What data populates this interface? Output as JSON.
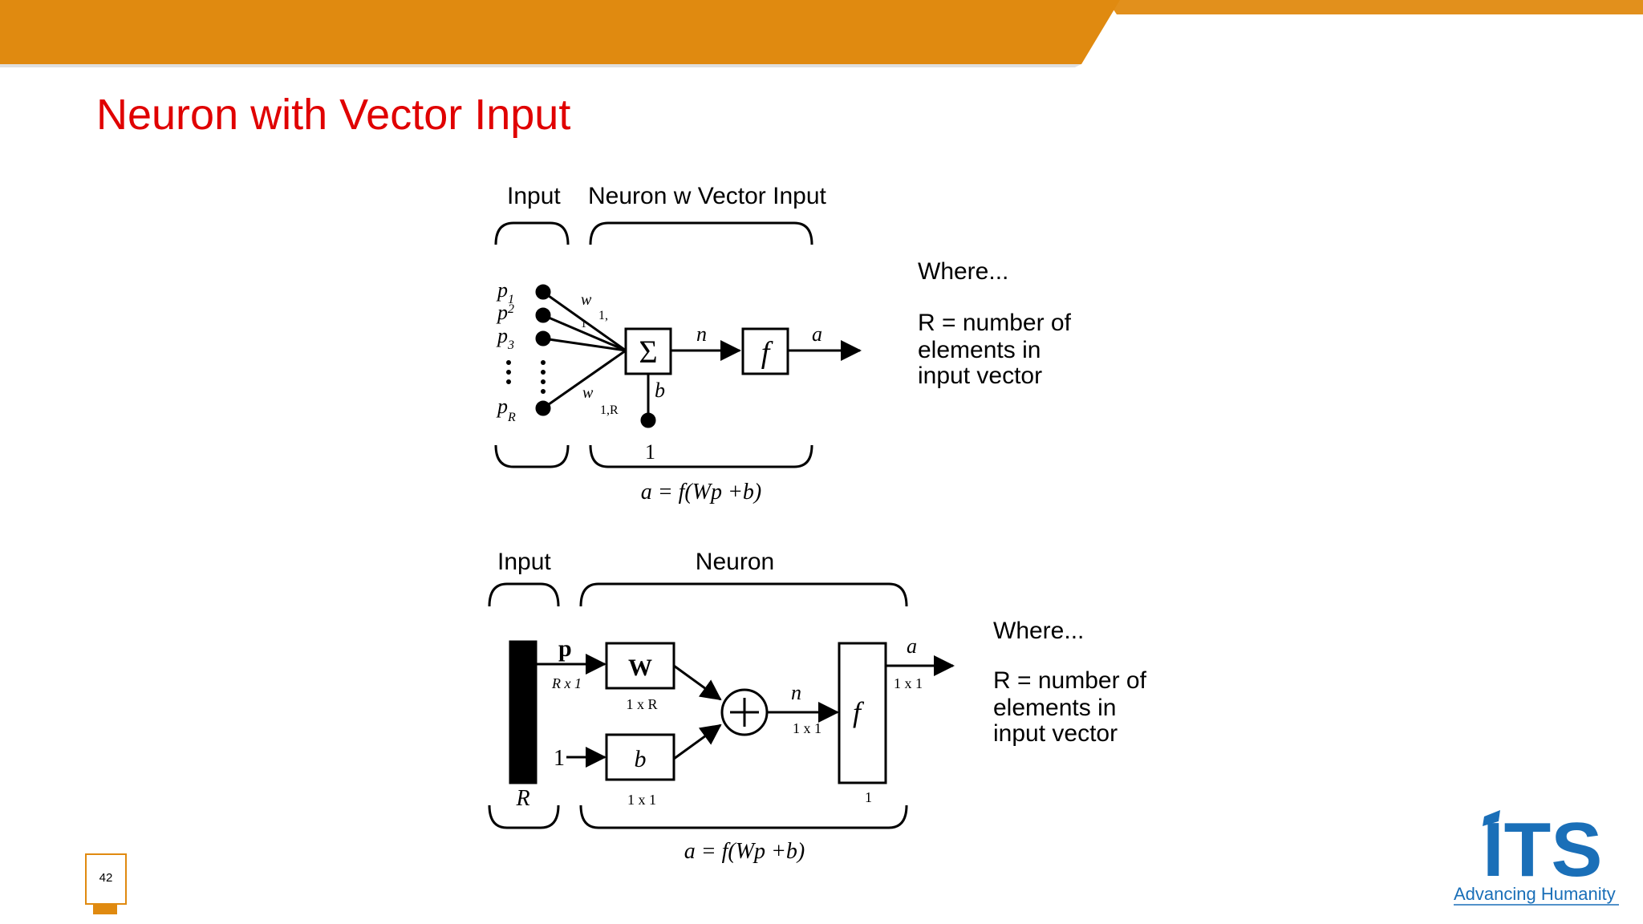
{
  "slide": {
    "title": "Neuron with Vector Input",
    "page_number": "42",
    "colors": {
      "header_bar": "#e08a10",
      "title": "#e00000",
      "logo": "#1a6fb8"
    }
  },
  "diagram1": {
    "label_input": "Input",
    "label_neuron": "Neuron w Vector Input",
    "inputs": [
      "p",
      "p",
      "p",
      "p"
    ],
    "input_subscripts": [
      "1",
      "2",
      "3",
      "R"
    ],
    "weight_top": "w",
    "weight_top_sub": "1,",
    "weight_top_extra": "1",
    "weight_bottom": "w",
    "weight_bottom_sub": "1,R",
    "sum_symbol": "Σ",
    "bias_label": "b",
    "bias_input": "1",
    "net_label": "n",
    "transfer_label": "f",
    "output_label": "a",
    "equation": "a = f(Wp +b)",
    "where_heading": "Where...",
    "where_lines": [
      "R = number of",
      "elements in",
      "input vector"
    ]
  },
  "diagram2": {
    "label_input": "Input",
    "label_neuron": "Neuron",
    "input_vector_label": "p",
    "input_dim": "R x 1",
    "weight_label": "W",
    "weight_dim": "1 x R",
    "bias_label": "b",
    "bias_dim": "1 x 1",
    "bias_input": "1",
    "net_label": "n",
    "net_dim": "1 x 1",
    "transfer_label": "f",
    "transfer_dim": "1",
    "output_label": "a",
    "output_dim": "1 x 1",
    "input_size": "R",
    "equation": "a = f(Wp +b)",
    "where_heading": "Where...",
    "where_lines": [
      "R = number of",
      "elements in",
      "input vector"
    ]
  },
  "logo": {
    "brand": "ITS",
    "tagline": "Advancing Humanity"
  }
}
